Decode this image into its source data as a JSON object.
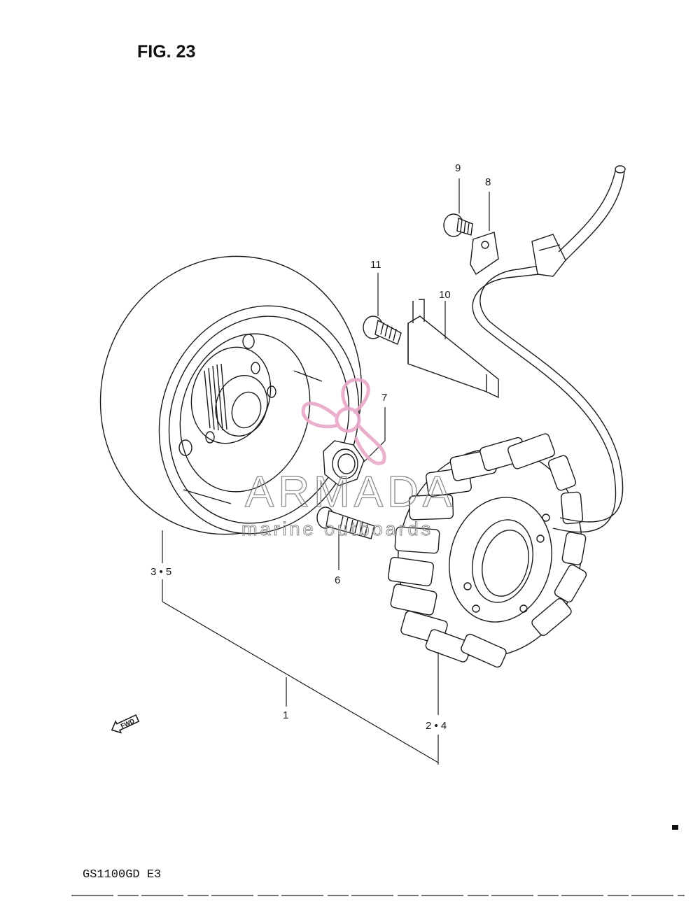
{
  "figure": {
    "title": "FIG. 23",
    "model_code": "GS1100GD  E3",
    "fwd_label": "FWD"
  },
  "callouts": [
    {
      "id": "1",
      "label": "1"
    },
    {
      "id": "2-4",
      "label": "2 • 4"
    },
    {
      "id": "3-5",
      "label": "3 • 5"
    },
    {
      "id": "6",
      "label": "6"
    },
    {
      "id": "7",
      "label": "7"
    },
    {
      "id": "8",
      "label": "8"
    },
    {
      "id": "9",
      "label": "9"
    },
    {
      "id": "10",
      "label": "10"
    },
    {
      "id": "11",
      "label": "11"
    }
  ],
  "watermark": {
    "brand": "ARMADA",
    "tagline": "marine outboards",
    "logo_color": "#e8a7c8"
  },
  "colors": {
    "ink": "#1a1a1a",
    "background": "#ffffff"
  }
}
